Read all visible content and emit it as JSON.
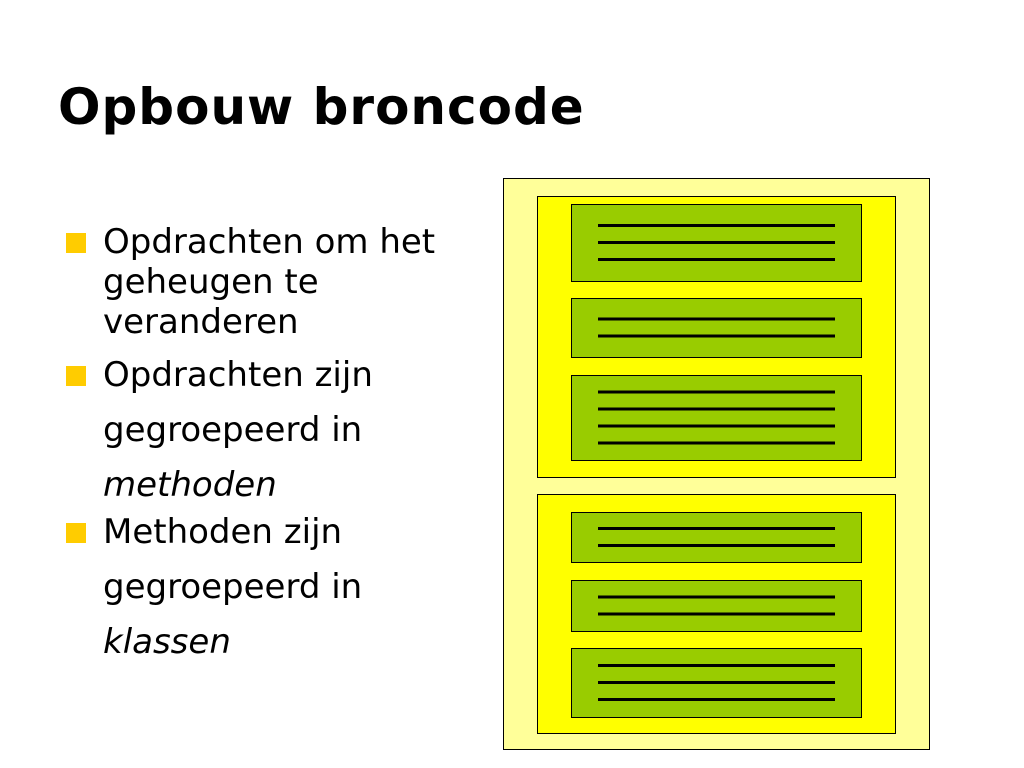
{
  "slide": {
    "title": "Opbouw broncode",
    "bullets": [
      {
        "text": "Opdrachten om het geheugen te veranderen",
        "emphasis": ""
      },
      {
        "text": "Opdrachten zijn gegroepeerd in",
        "emphasis": "methoden"
      },
      {
        "text": "Methoden zijn gegroepeerd in",
        "emphasis": "klassen"
      }
    ]
  },
  "diagram": {
    "meaning": "source file containing classes, which contain methods, which contain statements",
    "classes": [
      {
        "methods": [
          {
            "statements": 3
          },
          {
            "statements": 2
          },
          {
            "statements": 4
          }
        ]
      },
      {
        "methods": [
          {
            "statements": 2
          },
          {
            "statements": 2
          },
          {
            "statements": 3
          }
        ]
      }
    ]
  },
  "colors": {
    "bullet_marker": "#ffcc00",
    "file_fill": "#ffff99",
    "class_fill": "#ffff00",
    "method_fill": "#99cc00",
    "statement_line": "#000000"
  }
}
